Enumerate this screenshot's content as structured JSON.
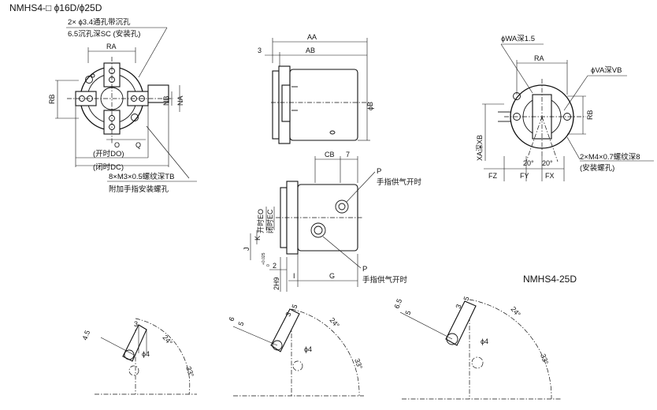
{
  "title": "NMHS4-□  ϕ16D/ϕ25D",
  "model_label": "NMHS4-25D",
  "top_view": {
    "hole_note_1": "2× ϕ3.4通孔带沉孔",
    "hole_note_2": "6.5沉孔深SC (安装孔)",
    "dim_RA": "RA",
    "dim_RB": "RB",
    "dim_NB": "NB",
    "dim_NA": "NA",
    "dim_O": "O",
    "dim_Q": "Q",
    "open_DO": "(开时DO)",
    "close_DC": "(闭时DC)",
    "screw_note_1": "8×M3×0.5螺纹深TB",
    "screw_note_2": "附加手指安装螺孔"
  },
  "side_view": {
    "dim_AA": "AA",
    "dim_AB": "AB",
    "dim_3": "3",
    "dim_phiB": "ϕB"
  },
  "front_view": {
    "dim_CB": "CB",
    "dim_7": "7",
    "port_P_top": "P",
    "port_text_top": "手指供气开时",
    "port_P_bottom": "P",
    "port_text_bottom": "手指供气开时",
    "open_EO": "开时EO",
    "close_EC": "闭时EC",
    "dim_K": "K",
    "dim_J": "J",
    "dim_2": "2",
    "dim_2H9": "2H9",
    "tol_upper": "+0.025",
    "tol_lower": "0",
    "dim_I": "I",
    "dim_G": "G"
  },
  "right_view": {
    "dim_WA": "ϕWA深1.5",
    "dim_RA": "RA",
    "dim_VA": "ϕVA深VB",
    "dim_RB": "RB",
    "dim_XA": "XA深XB",
    "angle_1": "20°",
    "angle_2": "20°",
    "dim_FZ": "FZ",
    "dim_FY": "FY",
    "dim_FX": "FX",
    "screw_note_1": "2×M4×0.7螺纹深8",
    "screw_note_2": "(安装螺孔)"
  },
  "finger_details": [
    {
      "d1": "4.5",
      "d2": "3",
      "angle_a": "24°",
      "angle_b": "33°",
      "phi": "ϕ4"
    },
    {
      "d1": "6",
      "d2": "5",
      "d3": "3",
      "d4": "5",
      "angle_a": "24°",
      "angle_b": "33°",
      "phi": "ϕ4"
    },
    {
      "d1": "6.5",
      "d2": "5",
      "d3": "3",
      "d4": "5",
      "angle_a": "24°",
      "angle_b": "33°",
      "phi": "ϕ4"
    }
  ]
}
